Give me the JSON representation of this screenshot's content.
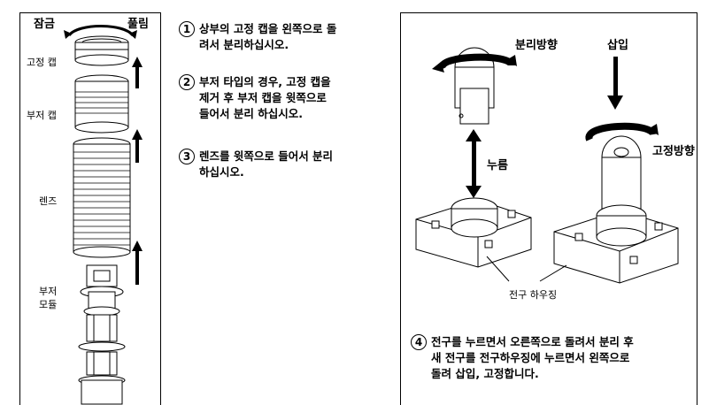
{
  "left_panel": {
    "lock_label": "잠금",
    "release_label": "풀림",
    "parts": [
      "고정 캡",
      "부저 캡",
      "렌즈",
      "부저",
      "모듈"
    ]
  },
  "steps": [
    {
      "num": "1",
      "text": "상부의 고정 캡을 왼쪽으로 돌\n려서 분리하십시오."
    },
    {
      "num": "2",
      "text": "부저 타입의 경우, 고정 캡을\n제거 후 부저 캡을 윗쪽으로\n들어서 분리 하십시오."
    },
    {
      "num": "3",
      "text": "렌즈를 윗쪽으로 들어서 분리\n하십시오."
    },
    {
      "num": "4",
      "text": "전구를 누르면서 오른쪽으로 돌려서 분리 후\n새 전구를 전구하우징에 누르면서 왼쪽으로\n돌려 삽입, 고정합니다."
    }
  ],
  "right_panel": {
    "remove_direction": "분리방향",
    "insert": "삽입",
    "fix_direction": "고정방향",
    "push": "누름",
    "housing": "전구 하우징"
  }
}
